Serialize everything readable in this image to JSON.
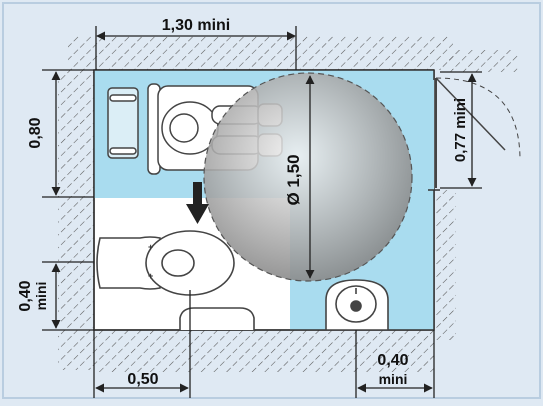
{
  "dimensions": {
    "top_width": "1,30 mini",
    "left_height": "0,80",
    "turning_circle": "Ø 1,50",
    "door_width": "0,77 mini",
    "wc_height_value": "0,40",
    "wc_height_unit": "mini",
    "bottom_left": "0,50",
    "bottom_right_value": "0,40",
    "bottom_right_unit": "mini"
  },
  "colors": {
    "frame_background": "#dfe9f3",
    "floor": "#ffffff",
    "accessible_zone": "#a9dcef",
    "wall_hatch": "#555555",
    "circle_fill": "#9a9a9a",
    "arrow": "#222222"
  },
  "icons": {
    "wheelchair": "wheelchair-user-top-view-icon",
    "wc": "toilet-bowl-icon",
    "sink": "washbasin-icon",
    "grab_bar": "grab-bar-icon",
    "transfer_arrow": "transfer-arrow-icon"
  }
}
